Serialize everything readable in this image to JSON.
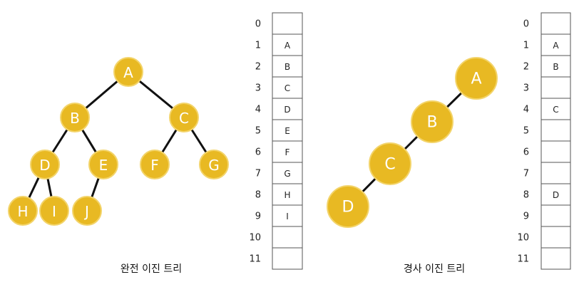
{
  "complete_tree": {
    "caption": "완전 이진 트리",
    "nodes": [
      {
        "label": "A"
      },
      {
        "label": "B"
      },
      {
        "label": "C"
      },
      {
        "label": "D"
      },
      {
        "label": "E"
      },
      {
        "label": "F"
      },
      {
        "label": "G"
      },
      {
        "label": "H"
      },
      {
        "label": "I"
      },
      {
        "label": "J"
      }
    ],
    "edges": [
      [
        "A",
        "B"
      ],
      [
        "A",
        "C"
      ],
      [
        "B",
        "D"
      ],
      [
        "B",
        "E"
      ],
      [
        "C",
        "F"
      ],
      [
        "C",
        "G"
      ],
      [
        "D",
        "H"
      ],
      [
        "D",
        "I"
      ],
      [
        "E",
        "J"
      ]
    ]
  },
  "complete_array": {
    "indices": [
      "0",
      "1",
      "2",
      "3",
      "4",
      "5",
      "6",
      "7",
      "8",
      "9",
      "10",
      "11"
    ],
    "cells": [
      "",
      "A",
      "B",
      "C",
      "D",
      "E",
      "F",
      "G",
      "H",
      "I",
      "",
      ""
    ]
  },
  "skewed_tree": {
    "caption": "경사 이진 트리",
    "nodes": [
      {
        "label": "A"
      },
      {
        "label": "B"
      },
      {
        "label": "C"
      },
      {
        "label": "D"
      }
    ],
    "edges": [
      [
        "A",
        "B"
      ],
      [
        "B",
        "C"
      ],
      [
        "C",
        "D"
      ]
    ]
  },
  "skewed_array": {
    "indices": [
      "0",
      "1",
      "2",
      "3",
      "4",
      "5",
      "6",
      "7",
      "8",
      "9",
      "10",
      "11"
    ],
    "cells": [
      "",
      "A",
      "B",
      "",
      "C",
      "",
      "",
      "",
      "D",
      "",
      "",
      ""
    ]
  },
  "colors": {
    "node_fill": "#e8b923",
    "node_stroke": "#f3d46a",
    "edge": "#111111",
    "cell_border": "#555555"
  }
}
